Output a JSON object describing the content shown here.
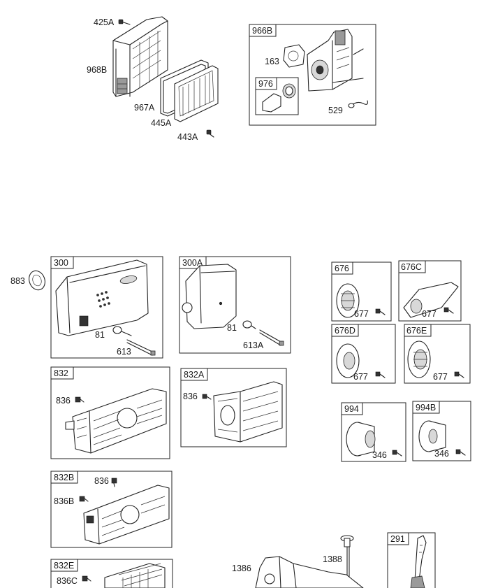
{
  "labels": {
    "l425A": "425A",
    "l968B": "968B",
    "l967A": "967A",
    "l445A": "445A",
    "l443A": "443A",
    "l966B": "966B",
    "l163": "163",
    "l976": "976",
    "l529": "529",
    "l883": "883",
    "l300": "300",
    "l81a": "81",
    "l613": "613",
    "l300A": "300A",
    "l81b": "81",
    "l613A": "613A",
    "l676": "676",
    "l677a": "677",
    "l676C": "676C",
    "l677b": "677",
    "l676D": "676D",
    "l677c": "677",
    "l676E": "676E",
    "l677d": "677",
    "l832": "832",
    "l836a": "836",
    "l832A": "832A",
    "l836b": "836",
    "l994": "994",
    "l346a": "346",
    "l994B": "994B",
    "l346b": "346",
    "l832B": "832B",
    "l836c": "836",
    "l836B": "836B",
    "l832E": "832E",
    "l836C": "836C",
    "l1388": "1388",
    "l1386": "1386",
    "l291": "291"
  }
}
